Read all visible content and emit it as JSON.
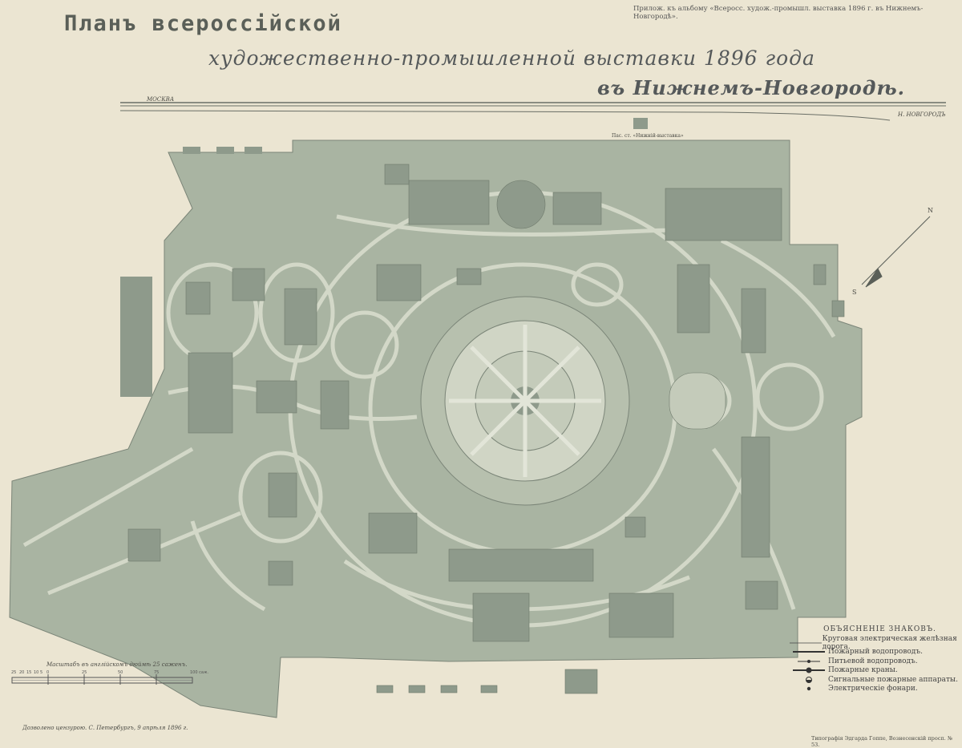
{
  "header": {
    "title_line1": "Планъ всероссійской",
    "title_line2": "художественно-промышленной выставки 1896 года",
    "title_line3": "въ Нижнемъ-Новгородѣ.",
    "note": "Прилож. къ альбому «Всеросс. худож.-промышл. выставка 1896 г. въ Нижнемъ-Новгородѣ»."
  },
  "map": {
    "rail_left_label": "МОСКВА",
    "rail_right_label": "Н. НОВГОРОДЪ",
    "station_label": "Пас. ст. «Нижній-выставка»",
    "compass_north": "N",
    "compass_south": "S",
    "colors": {
      "paper": "#ebe5d2",
      "ground": "#a9b4a2",
      "paths": "#d3d8c8",
      "buildings": "#8e9a8b"
    }
  },
  "legend": {
    "title": "ОБЪЯСНЕНІЕ ЗНАКОВЪ.",
    "items": [
      {
        "symbol": "thin-line",
        "label": "Круговая электрическая желѣзная дорога."
      },
      {
        "symbol": "thick-line",
        "label": "Пожарный водопроводъ."
      },
      {
        "symbol": "line-dot",
        "label": "Питьевой водопроводъ."
      },
      {
        "symbol": "line-big-dot",
        "label": "Пожарные краны."
      },
      {
        "symbol": "half-circle",
        "label": "Сигнальные пожарные аппараты."
      },
      {
        "symbol": "dot",
        "label": "Электрическіе фонари."
      }
    ]
  },
  "scale": {
    "label": "Масштабъ въ англійскомъ дюймѣ 25 саженъ.",
    "ticks": [
      "25",
      "20",
      "15",
      "10",
      "5",
      "0",
      "25",
      "50",
      "75",
      "100 саж."
    ]
  },
  "footer": {
    "left": "Дозволено цензурою. С. Петербургъ, 9 апрѣля 1896 г.",
    "right": "Типографія Эдгарда Гоппе, Вознесенскій просп. № 53."
  }
}
